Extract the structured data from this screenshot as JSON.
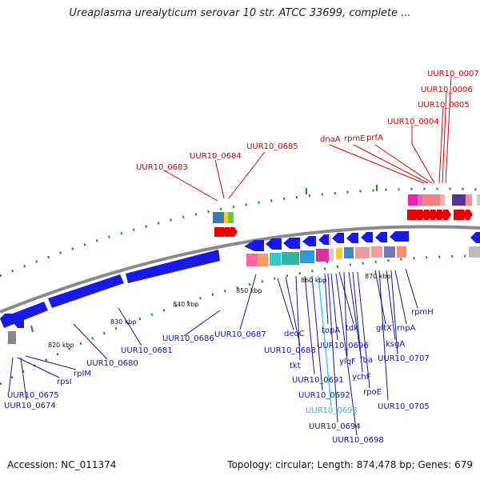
{
  "title": "Ureaplasma urealyticum serovar 10 str. ATCC 33699, complete ...",
  "footer": {
    "accession": "Accession: NC_011374",
    "summary": "Topology: circular; Length: 874,478 bp; Genes: 679"
  },
  "colors": {
    "red_label": "#d40000",
    "blue_label": "#1414a8",
    "cyan_label": "#33bbdd",
    "backbone": "#888888",
    "ticks": "#1f8a1f",
    "forward_arrow": "#e60000",
    "reverse_arrow": "#1a1ae6"
  },
  "scale_ticks": [
    "820 kbp",
    "830 kbp",
    "840 kbp",
    "850 kbp",
    "860 kbp",
    "870 kbp"
  ],
  "genes_top": [
    "UUR10_0007",
    "UUR10_0006",
    "UUR10_0005",
    "UUR10_0004",
    "dnaA",
    "rpmE",
    "prfA",
    "UUR10_0683",
    "UUR10_0684",
    "UUR10_0685"
  ],
  "genes_bottom": [
    "UUR10_0675",
    "UUR10_0674",
    "rpsI",
    "rplM",
    "UUR10_0680",
    "UUR10_0681",
    "UUR10_0686",
    "UUR10_0687",
    "deoC",
    "UUR10_0688",
    "tkt",
    "UUR10_0691",
    "UUR10_0692",
    "UUR10_0693",
    "UUR10_0694",
    "UUR10_0698",
    "topA",
    "UUR10_0696",
    "tdk",
    "ylqF",
    "fba",
    "ychF",
    "rpoE",
    "gltX",
    "UUR10_0705",
    "ksgA",
    "UUR10_0707",
    "rnpA",
    "rpmH"
  ]
}
